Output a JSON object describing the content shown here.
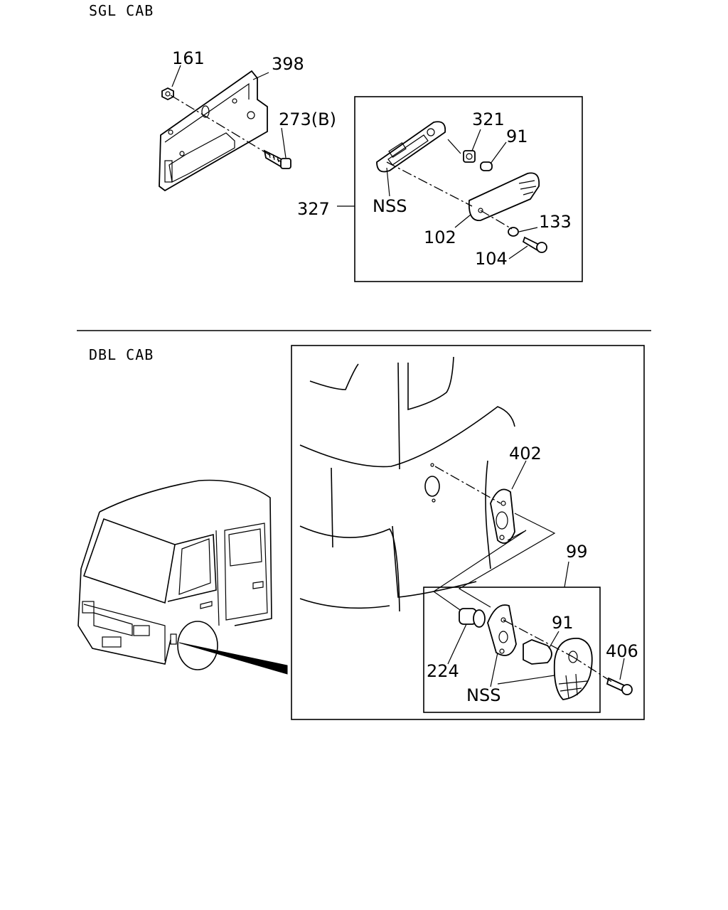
{
  "sections": {
    "single_cab": "SGL CAB",
    "double_cab": "DBL CAB"
  },
  "callouts": {
    "p161": "161",
    "p398": "398",
    "p273b": "273(B)",
    "p321": "321",
    "p91_top": "91",
    "p327": "327",
    "nss_top": "NSS",
    "p133": "133",
    "p102": "102",
    "p104": "104",
    "p402": "402",
    "p99": "99",
    "p91_bottom": "91",
    "p406": "406",
    "p224": "224",
    "nss_bottom": "NSS"
  }
}
